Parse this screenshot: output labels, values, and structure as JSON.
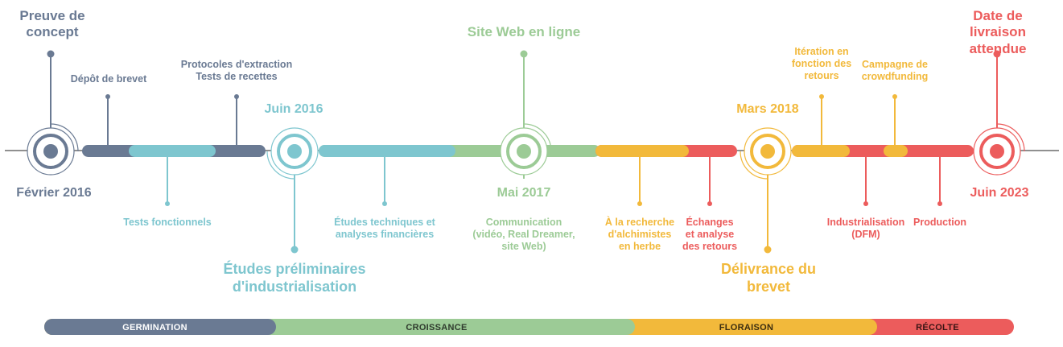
{
  "colors": {
    "slate": "#6a7a93",
    "teal": "#7ec6cf",
    "green": "#9ccb96",
    "yellow": "#f2b93b",
    "red": "#ec5c5c",
    "axis": "#6b6b6b"
  },
  "milestones": {
    "feb2016": {
      "title": "Preuve de concept",
      "date": "Février 2016",
      "color": "slate",
      "icon": "target-node-icon"
    },
    "jun2016": {
      "title": "Études préliminaires d'industrialisation",
      "date": "Juin 2016",
      "color": "teal",
      "icon": "target-node-icon"
    },
    "may2017": {
      "title": "Site Web en ligne",
      "date": "Mai 2017",
      "color": "green",
      "icon": "target-node-icon"
    },
    "mar2018": {
      "title": "Délivrance du brevet",
      "date": "Mars 2018",
      "color": "yellow",
      "icon": "target-node-icon"
    },
    "jun2023": {
      "title": "Date de livraison attendue",
      "date": "Juin 2023",
      "color": "red",
      "icon": "target-node-icon"
    }
  },
  "activities": {
    "brevet": "Dépôt de brevet",
    "protocoles": [
      "Protocoles d'extraction",
      "Tests de recettes"
    ],
    "tests": "Tests fonctionnels",
    "etudes": [
      "Études techniques et",
      "analyses financières"
    ],
    "communication": [
      "Communication",
      "(vidéo, Real Dreamer,",
      "site Web)"
    ],
    "alchimistes": [
      "À la recherche",
      "d'alchimistes",
      "en herbe"
    ],
    "echanges": [
      "Échanges",
      "et analyse",
      "des retours"
    ],
    "iteration": [
      "Itération en",
      "fonction des",
      "retours"
    ],
    "crowdfunding": [
      "Campagne de",
      "crowdfunding"
    ],
    "industrialisation": [
      "Industrialisation",
      "(DFM)"
    ],
    "production": "Production"
  },
  "phases": [
    "GERMINATION",
    "CROISSANCE",
    "FLORAISON",
    "RÉCOLTE"
  ]
}
